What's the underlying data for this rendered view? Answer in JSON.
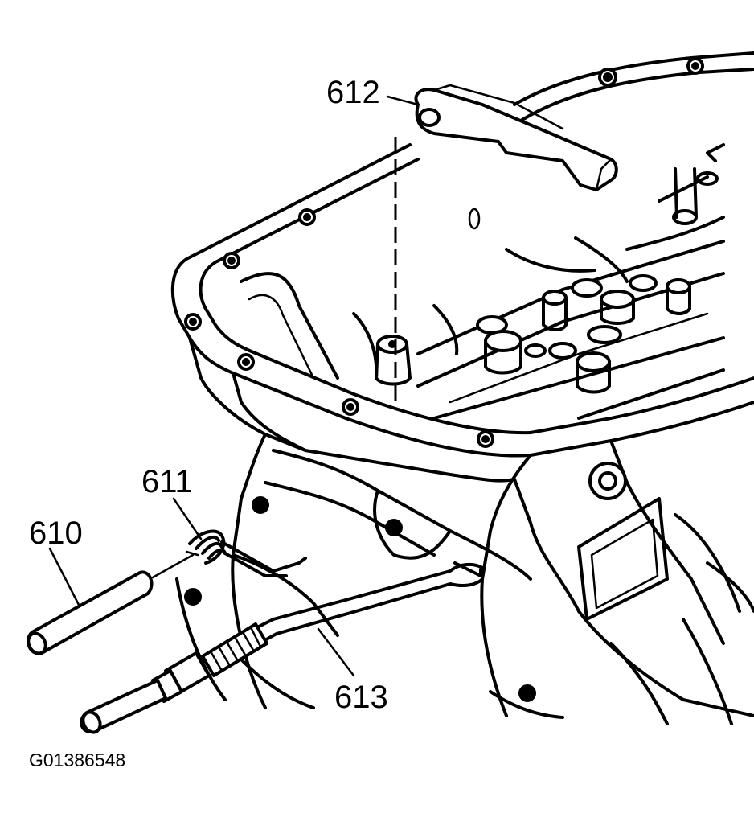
{
  "figure": {
    "figure_id": "G01386548",
    "callouts": {
      "c610": "610",
      "c611": "611",
      "c612": "612",
      "c613": "613"
    }
  }
}
